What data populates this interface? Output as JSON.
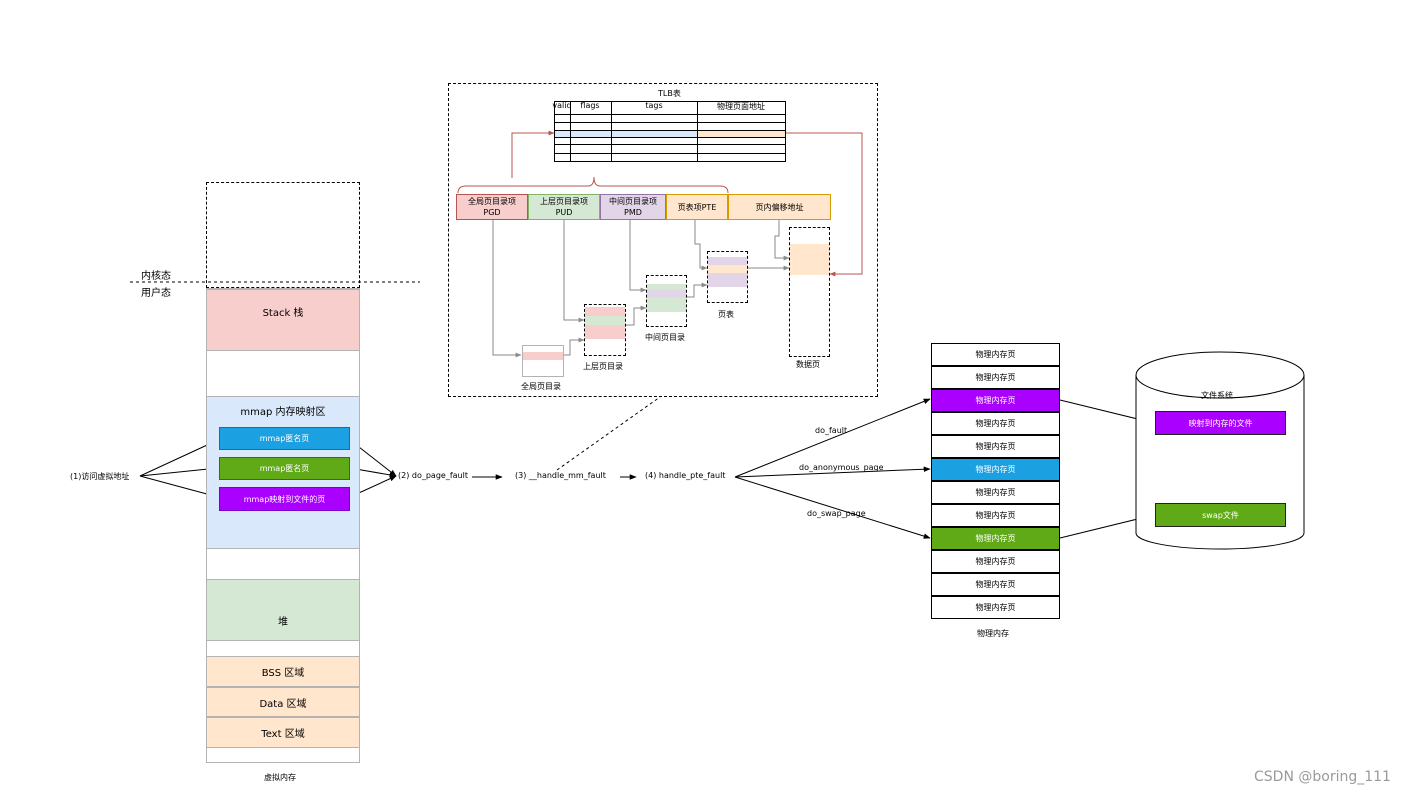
{
  "colors": {
    "stack": "#f8cecc",
    "mmap_area": "#dae8fc",
    "heap": "#d5e8d4",
    "segments": "#ffe6cc",
    "blue": "#1ba1e2",
    "green": "#60a917",
    "purple": "#aa00ff",
    "pgd": "#f8cecc",
    "pud": "#d5e8d4",
    "pmd": "#e1d5e7",
    "pte": "#ffe6cc",
    "arrow_red": "#b85450"
  },
  "virtual_memory": {
    "kernel_label": "内核态",
    "user_label": "用户态",
    "stack": "Stack 栈",
    "mmap_area": "mmap 内存映射区",
    "mmap_anon_1": "mmap匿名页",
    "mmap_anon_2": "mmap匿名页",
    "mmap_file": "mmap映射到文件的页",
    "heap": "堆",
    "bss": "BSS 区域",
    "data": "Data 区域",
    "text": "Text 区域",
    "caption": "虚拟内存"
  },
  "flow": {
    "step1": "(1)访问虚拟地址",
    "step2": "(2) do_page_fault",
    "step3": "(3) __handle_mm_fault",
    "step4": "(4) handle_pte_fault",
    "do_fault": "do_fault",
    "do_anonymous_page": "do_anonymous_page",
    "do_swap_page": "do_swap_page"
  },
  "tlb": {
    "title": "TLB表",
    "headers": [
      "valid",
      "flags",
      "tags",
      "物理页面地址"
    ]
  },
  "address": {
    "pgd": [
      "全局页目录项",
      "PGD"
    ],
    "pud": [
      "上层页目录项",
      "PUD"
    ],
    "pmd": [
      "中间页目录项",
      "PMD"
    ],
    "pte": "页表项PTE",
    "offset": "页内偏移地址",
    "pgd_table": "全局页目录",
    "pud_table": "上层页目录",
    "pmd_table": "中间页目录",
    "pt_table": "页表",
    "data_page": "数据页"
  },
  "physical_memory": {
    "cells": [
      "物理内存页",
      "物理内存页",
      "物理内存页",
      "物理内存页",
      "物理内存页",
      "物理内存页",
      "物理内存页",
      "物理内存页",
      "物理内存页",
      "物理内存页",
      "物理内存页",
      "物理内存页"
    ],
    "caption": "物理内存"
  },
  "filesystem": {
    "title": "文件系统",
    "mapped_file": "映射到内存的文件",
    "swap_file": "swap文件"
  },
  "watermark": "CSDN @boring_111"
}
